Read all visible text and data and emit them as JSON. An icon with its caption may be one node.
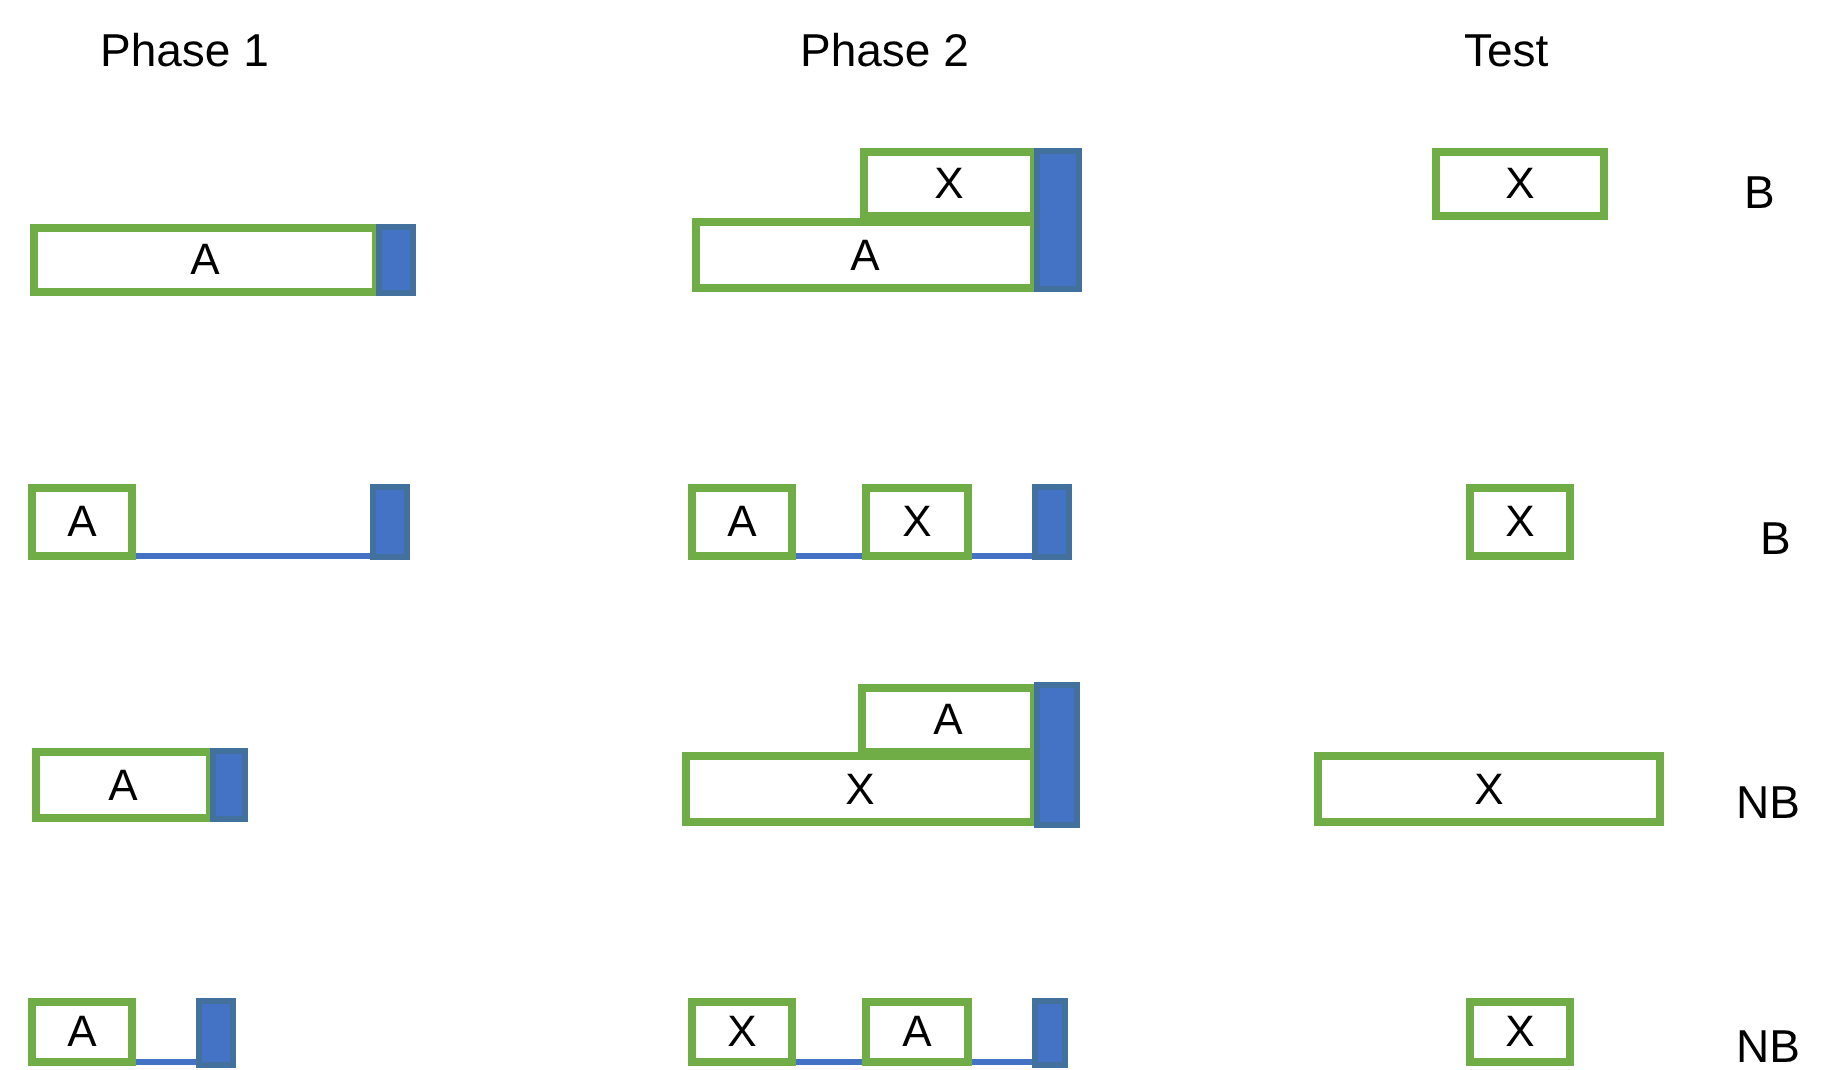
{
  "diagram": {
    "nodes": [
      {
        "text": [
          "A"
        ]
      },
      {
        "text": [],
        "shape": "bar"
      },
      {
        "text": [
          "X"
        ]
      },
      {
        "text": [
          "A"
        ]
      },
      {
        "text": [],
        "shape": "bar"
      },
      {
        "text": [
          "X"
        ]
      },
      {
        "text": [
          "A"
        ]
      },
      {
        "text": [],
        "shape": "bar"
      },
      {
        "text": [
          "A"
        ]
      },
      {
        "text": [
          "X"
        ]
      },
      {
        "text": [],
        "shape": "bar"
      },
      {
        "text": [
          "X"
        ]
      },
      {
        "text": [
          "A"
        ]
      },
      {
        "text": [],
        "shape": "bar"
      },
      {
        "text": [
          "A"
        ]
      },
      {
        "text": [
          "X"
        ]
      },
      {
        "text": [],
        "shape": "bar"
      },
      {
        "text": [
          "X"
        ]
      },
      {
        "text": [
          "A"
        ]
      },
      {
        "text": [],
        "shape": "bar"
      },
      {
        "text": [
          "X"
        ]
      },
      {
        "text": [
          "A"
        ]
      },
      {
        "text": [],
        "shape": "bar"
      },
      {
        "text": [
          "X"
        ]
      }
    ],
    "edges": [
      {
        "from": 6,
        "to": 7,
        "arrow": "none"
      },
      {
        "from": 8,
        "to": 9,
        "arrow": "none"
      },
      {
        "from": 9,
        "to": 10,
        "arrow": "none"
      },
      {
        "from": 18,
        "to": 19,
        "arrow": "none"
      },
      {
        "from": 20,
        "to": 21,
        "arrow": "none"
      },
      {
        "from": 21,
        "to": 22,
        "arrow": "none"
      }
    ],
    "labels": [
      "Phase 1",
      "Phase 2",
      "Test",
      "B",
      "B",
      "NB",
      "NB"
    ]
  }
}
